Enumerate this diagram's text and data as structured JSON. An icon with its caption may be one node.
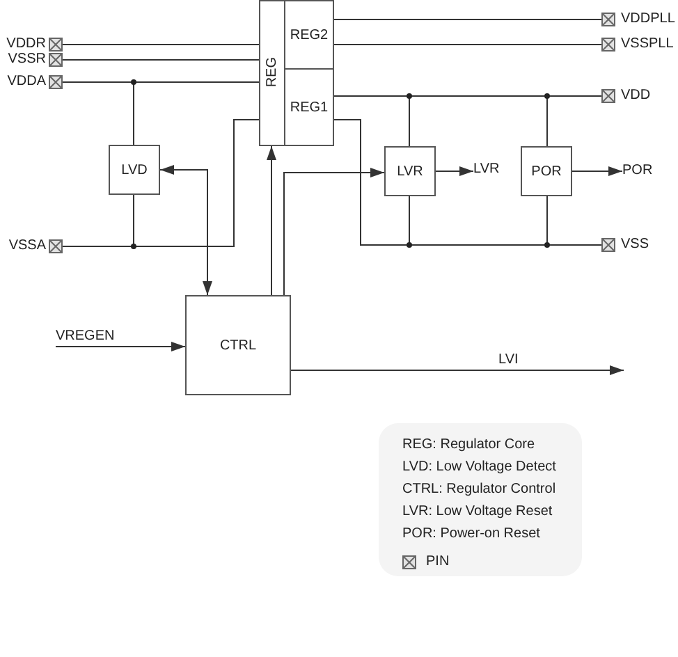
{
  "diagram": {
    "nodes": [
      {
        "text": [
          "REG"
        ]
      },
      {
        "text": [
          "REG2"
        ],
        "in": 0
      },
      {
        "text": [
          "REG1"
        ],
        "in": 0
      },
      {
        "text": [
          "VDDR"
        ]
      },
      {
        "text": [
          "VSSR"
        ]
      },
      {
        "text": [
          "VDDA"
        ]
      },
      {
        "text": [
          "VDDPLL"
        ]
      },
      {
        "text": [
          "VSSPLL"
        ]
      },
      {
        "text": [
          "VDD"
        ]
      },
      {
        "text": [
          "LVD"
        ]
      },
      {
        "text": [
          "LVR"
        ]
      },
      {
        "text": [
          "LVR"
        ]
      },
      {
        "text": [
          "POR"
        ]
      },
      {
        "text": [
          "POR"
        ]
      },
      {
        "text": [
          "VSSA"
        ]
      },
      {
        "text": [
          "VSS"
        ]
      },
      {
        "text": [
          "CTRL"
        ]
      }
    ],
    "edges": [
      {
        "from": 3,
        "to": 0,
        "arrow": "none"
      },
      {
        "from": 4,
        "to": 0,
        "arrow": "none"
      },
      {
        "from": 5,
        "to": 0,
        "arrow": "none"
      },
      {
        "from": 5,
        "to": 9,
        "arrow": "none"
      },
      {
        "from": 14,
        "to": 0,
        "arrow": "none"
      },
      {
        "from": 14,
        "to": 9,
        "arrow": "none"
      },
      {
        "from": 1,
        "to": 6,
        "arrow": "none"
      },
      {
        "from": 1,
        "to": 7,
        "arrow": "none"
      },
      {
        "from": 2,
        "to": 8,
        "arrow": "none"
      },
      {
        "from": 10,
        "to": 8,
        "arrow": "none"
      },
      {
        "from": 12,
        "to": 8,
        "arrow": "none"
      },
      {
        "from": 2,
        "to": 15,
        "arrow": "none"
      },
      {
        "from": 10,
        "to": 15,
        "arrow": "none"
      },
      {
        "from": 12,
        "to": 15,
        "arrow": "none"
      },
      {
        "from": 10,
        "to": 11,
        "arrow": "to"
      },
      {
        "from": 12,
        "to": 13,
        "arrow": "to"
      },
      {
        "from": 16,
        "to": 0,
        "arrow": "to"
      },
      {
        "from": 16,
        "to": 10,
        "arrow": "to"
      },
      {
        "from": 9,
        "to": 16,
        "arrow": "both"
      },
      {
        "from": null,
        "to": 16,
        "arrow": "to",
        "label": "VREGEN"
      },
      {
        "from": 16,
        "to": null,
        "arrow": "to",
        "label": "LVI"
      }
    ],
    "legend": [
      {
        "text": "REG: Regulator Core"
      },
      {
        "text": "LVD: Low Voltage Detect"
      },
      {
        "text": "CTRL: Regulator Control"
      },
      {
        "text": "LVR: Low Voltage Reset"
      },
      {
        "text": "POR: Power-on Reset"
      },
      {
        "text": "PIN"
      }
    ]
  }
}
